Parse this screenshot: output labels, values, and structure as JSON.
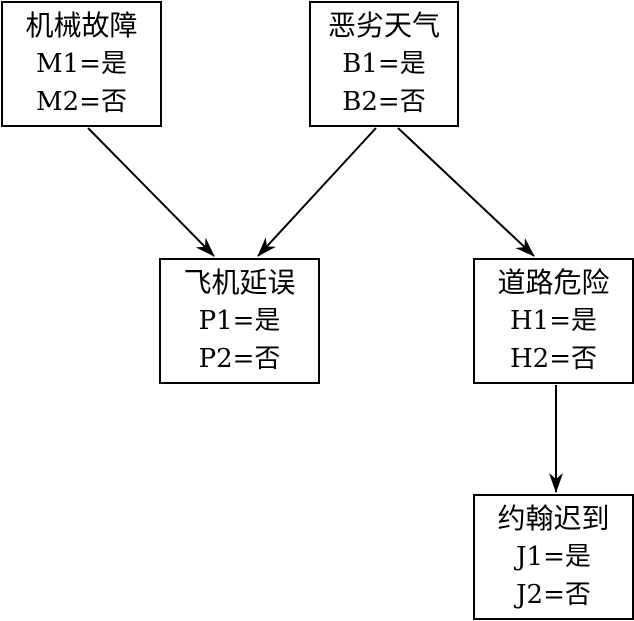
{
  "nodes": {
    "mechanical_failure": {
      "title": "机械故障",
      "yes": "M1=是",
      "no": "M2=否"
    },
    "bad_weather": {
      "title": "恶劣天气",
      "yes": "B1=是",
      "no": "B2=否"
    },
    "flight_delay": {
      "title": "飞机延误",
      "yes": "P1=是",
      "no": "P2=否"
    },
    "road_danger": {
      "title": "道路危险",
      "yes": "H1=是",
      "no": "H2=否"
    },
    "john_late": {
      "title": "约翰迟到",
      "yes": "J1=是",
      "no": "J2=否"
    }
  },
  "edges": [
    {
      "from": "mechanical_failure",
      "to": "flight_delay"
    },
    {
      "from": "bad_weather",
      "to": "flight_delay"
    },
    {
      "from": "bad_weather",
      "to": "road_danger"
    },
    {
      "from": "road_danger",
      "to": "john_late"
    }
  ]
}
